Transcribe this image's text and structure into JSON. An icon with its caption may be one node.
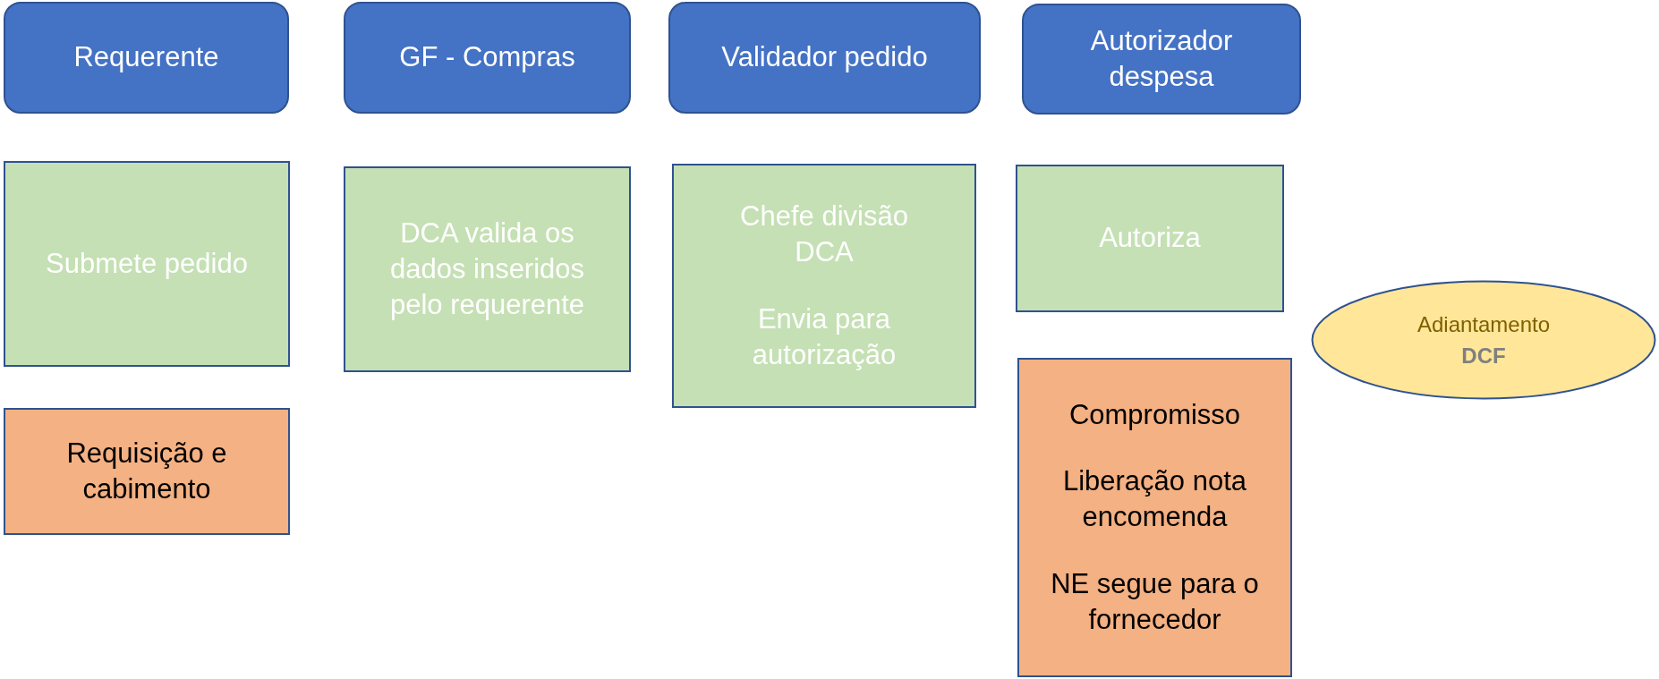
{
  "diagram": {
    "nodes": [
      {
        "text": [
          "Requerente"
        ]
      },
      {
        "text": [
          "GF - Compras"
        ]
      },
      {
        "text": [
          "Validador pedido"
        ]
      },
      {
        "text": [
          "Autorizador despesa"
        ]
      },
      {
        "text": [
          "Submete pedido"
        ]
      },
      {
        "text": [
          "DCA valida os dados inseridos pelo requerente"
        ]
      },
      {
        "text": [
          "Chefe divisão DCA",
          "Envia para autorização"
        ]
      },
      {
        "text": [
          "Autoriza"
        ]
      },
      {
        "text": [
          "Requisição e cabimento"
        ]
      },
      {
        "text": [
          "Compromisso",
          "Liberação nota encomenda",
          "NE segue para o fornecedor"
        ]
      },
      {
        "text": [
          "Adiantamento",
          "DCF"
        ]
      }
    ]
  }
}
